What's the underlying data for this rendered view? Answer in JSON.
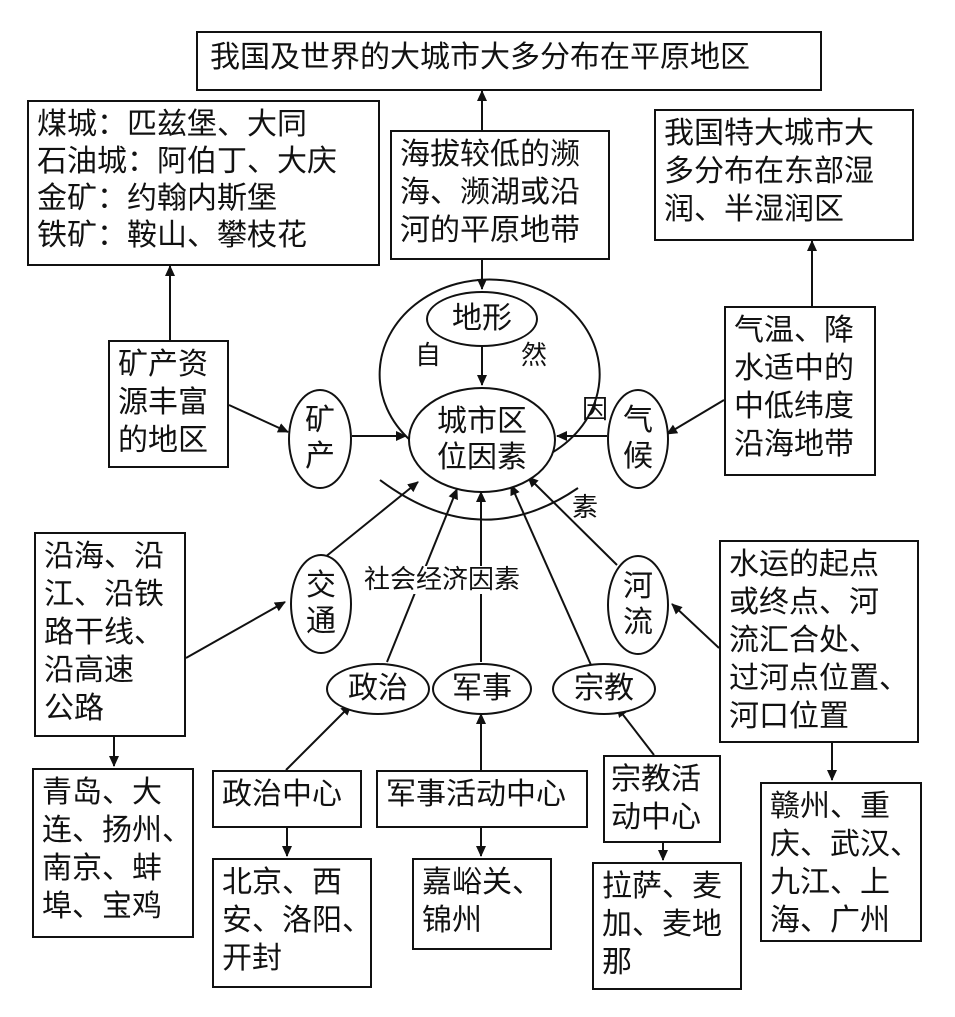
{
  "center": [
    "城市区",
    "位因素"
  ],
  "labels": {
    "natural": [
      "自",
      "然",
      "因",
      "素"
    ],
    "social": "社会经济因素"
  },
  "factors": {
    "terrain": [
      "地形"
    ],
    "climate": [
      "气",
      "候"
    ],
    "mineral": [
      "矿",
      "产"
    ],
    "transport": [
      "交",
      "通"
    ],
    "river": [
      "河",
      "流"
    ],
    "politics": [
      "政治"
    ],
    "military": [
      "军事"
    ],
    "religion": [
      "宗教"
    ]
  },
  "boxes": {
    "top_conclusion": [
      "我国及世界的大城市大多分布在平原地区"
    ],
    "terrain_desc": [
      "海拔较低的濒",
      "海、濒湖或沿",
      "河的平原地带"
    ],
    "mineral_examples": [
      "煤城：匹兹堡、大同",
      "石油城：阿伯丁、大庆",
      "金矿：约翰内斯堡",
      "铁矿：鞍山、攀枝花"
    ],
    "mineral_desc": [
      "矿产资",
      "源丰富",
      "的地区"
    ],
    "climate_conclusion": [
      "我国特大城市大",
      "多分布在东部湿",
      "润、半湿润区"
    ],
    "climate_desc": [
      "气温、降",
      "水适中的",
      "中低纬度",
      "沿海地带"
    ],
    "transport_desc": [
      "沿海、沿",
      "江、沿铁",
      "路干线、",
      "沿高速",
      "公路"
    ],
    "transport_examples": [
      "青岛、大",
      "连、扬州、",
      "南京、蚌",
      "埠、宝鸡"
    ],
    "river_desc": [
      "水运的起点",
      "或终点、河",
      "流汇合处、",
      "过河点位置、",
      "河口位置"
    ],
    "river_examples": [
      "赣州、重",
      "庆、武汉、",
      "九江、上",
      "海、广州"
    ],
    "politics_desc": [
      "政治中心"
    ],
    "politics_examples": [
      "北京、西",
      "安、洛阳、",
      "开封"
    ],
    "military_desc": [
      "军事活动中心"
    ],
    "military_examples": [
      "嘉峪关、",
      "锦州"
    ],
    "religion_desc": [
      "宗教活",
      "动中心"
    ],
    "religion_examples": [
      "拉萨、麦",
      "加、麦地",
      "那"
    ]
  }
}
